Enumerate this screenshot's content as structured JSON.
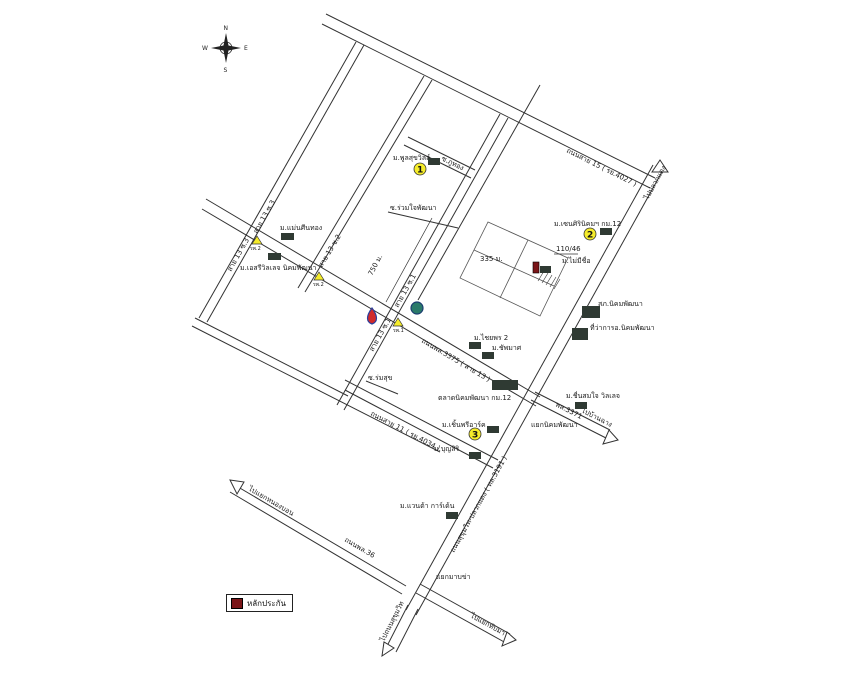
{
  "compass": {
    "n": "N",
    "s": "S",
    "e": "E",
    "w": "W"
  },
  "roads": {
    "r15": "ถนนสาย 15 ( รย.4027 )",
    "r3375": "ถนนพล.3375 ( สาย 13 )",
    "r11": "ถนนสาย 11 ( รย.4034 )",
    "r3191": "ถนนสุขุมวิท-ปลวกแดง ( ทล.3191 )",
    "r36": "ถนนพล.36",
    "s13_3_top": "สาย 13 ซ.3",
    "s13_3_left": "สาย 13 ซ.3",
    "s13_2": "สาย 13 ซ.2",
    "s13_1a": "สาย 13 ซ.1",
    "s13_1b": "สาย 13 ซ.1",
    "s_ruamjai": "ซ.ร่วมใจพัฒนา",
    "s_phuthong": "ซ.ภูทอง",
    "s_romsuk": "ซ.ร่มสุข",
    "r3371": "พล.3371"
  },
  "places": {
    "m_phupa": "ม.พูลสุขวิลล์",
    "m_maenin": "ม.แม่นศีนทอง",
    "m_esri": "ม.เอสรีวิลเลจ นิคมพัฒนา",
    "m_chaiya": "ม.เซนศิรินิคมฯ กม.12",
    "addr": "110/46",
    "dist_335": "335 ม.",
    "dist_750": "750 ม.",
    "m_mai": "ม.ไม่มีชื่อ",
    "sor_nikom": "สภ.นิคมพัฒนา",
    "amphoe": "ที่ว่าการอ.นิคมพัฒนา",
    "m_chaiphon": "ม.ไชยพร 2",
    "m_chomat": "ม.ชัพมาศ",
    "talat": "ตลาดนิคมพัฒนา กม.12",
    "m_chuenfa": "ม.ชื่นสมใจ วิลเลจ",
    "ban_chang": "ไปบ้านฉาง",
    "yaek_nikom": "แยกนิคมพัฒนา",
    "m_chinpro": "ม.เชิ้นพรีอาร์ค",
    "m_bunsiri": "ม.บุญสิริ",
    "m_wanna": "ม.แวนต้า การ์เด้น",
    "pluak_daeng": "ไปปลวกแดง",
    "yaek_nongbon": "ไปแยกหนองบอน",
    "yaek_mabcha": "แยกมาบข่า",
    "sukhumvit": "ไปถนนสุขุมวิท",
    "yaek_thapma": "ไปแยกทับมา"
  },
  "markers": {
    "m1": "1",
    "m2": "2",
    "m3": "3"
  },
  "signs": {
    "s1": "รพ.1",
    "s2": "รพ.2",
    "s3": "รพ.2"
  },
  "colors": {
    "collateral": "#7a1518",
    "marker": "#f5ec2a",
    "ptt_red": "#d12a2a",
    "ptt_blue": "#2a3f9c"
  },
  "legend": {
    "label": "หลักประกัน"
  }
}
